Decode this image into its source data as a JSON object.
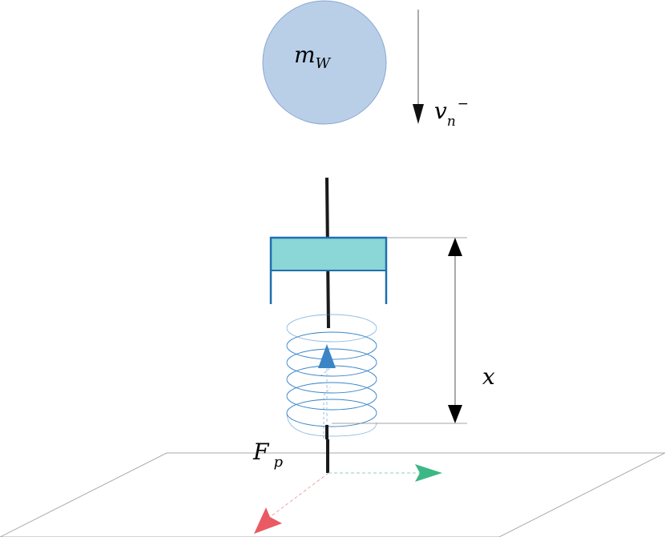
{
  "labels": {
    "mass": "m",
    "mass_sub": "W",
    "velocity": "v",
    "velocity_sub": "n",
    "velocity_sup": "−",
    "displacement": "x",
    "force": "F",
    "force_sub": "p"
  },
  "colors": {
    "mass_fill": "#b9cfe8",
    "mass_stroke": "#8aa7cf",
    "plate_fill": "#8bd6d6",
    "plate_stroke": "#1f6fb0",
    "spring_stroke": "#3a86c8",
    "rod": "#1a1a1a",
    "z_arrow": "#3b84c6",
    "x_arrow": "#3bb886",
    "y_arrow": "#ea5a62",
    "ground": "#aaaaaa",
    "dimension": "#555555"
  }
}
